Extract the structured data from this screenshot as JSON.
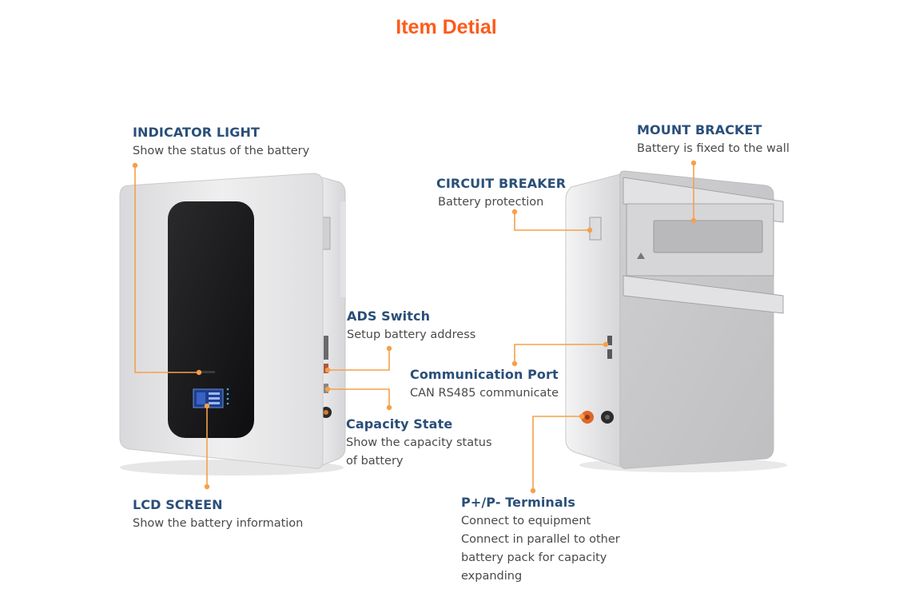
{
  "title": "Item Detial",
  "accent_color": "#ff5a1a",
  "heading_color": "#2a4f79",
  "leader_color": "#f5a04a",
  "callouts": {
    "indicator_light": {
      "heading": "INDICATOR LIGHT",
      "lines": [
        "Show the status of the battery"
      ]
    },
    "lcd_screen": {
      "heading": "LCD SCREEN",
      "lines": [
        "Show the battery information"
      ]
    },
    "ads_switch": {
      "heading": "ADS Switch",
      "lines": [
        "Setup battery address"
      ]
    },
    "capacity_state": {
      "heading": "Capacity State",
      "lines": [
        "Show the capacity status",
        "of battery"
      ]
    },
    "circuit_breaker": {
      "heading": "CIRCUIT BREAKER",
      "lines": [
        "Battery protection"
      ]
    },
    "mount_bracket": {
      "heading": "MOUNT BRACKET",
      "lines": [
        "Battery is fixed to the wall"
      ]
    },
    "communication_port": {
      "heading": "Communication Port",
      "lines": [
        "CAN RS485 communicate"
      ]
    },
    "terminals": {
      "heading": "P+/P- Terminals",
      "lines": [
        "Connect to equipment",
        "Connect in parallel to other",
        "battery pack for capacity",
        "expanding"
      ]
    }
  }
}
